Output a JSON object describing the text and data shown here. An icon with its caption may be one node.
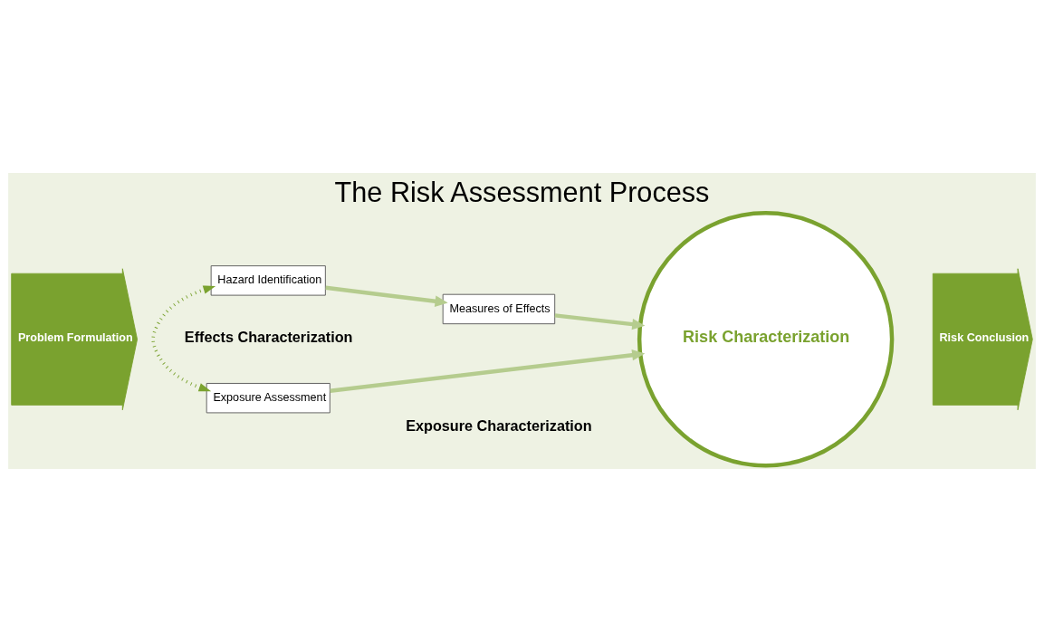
{
  "diagram": {
    "title": "The Risk Assessment Process",
    "nodes": [
      {
        "text": [
          "Problem Formulation"
        ]
      },
      {
        "text": [
          "Hazard Identification"
        ]
      },
      {
        "text": [
          "Measures of Effects"
        ]
      },
      {
        "text": [
          "Exposure Assessment"
        ]
      },
      {
        "text": [
          "Risk Characterization"
        ]
      },
      {
        "text": [
          "Risk Conclusion"
        ]
      }
    ],
    "edges": [
      {
        "from": 1,
        "to": 2,
        "arrow": "to"
      },
      {
        "from": 2,
        "to": 4,
        "arrow": "to"
      },
      {
        "from": 3,
        "to": 4,
        "arrow": "to"
      },
      {
        "from": 1,
        "to": 3,
        "arrow": "both",
        "style": "dashed",
        "color": "#7aa22f"
      }
    ],
    "labels": [
      "Effects Characterization",
      "Exposure Characterization"
    ]
  }
}
